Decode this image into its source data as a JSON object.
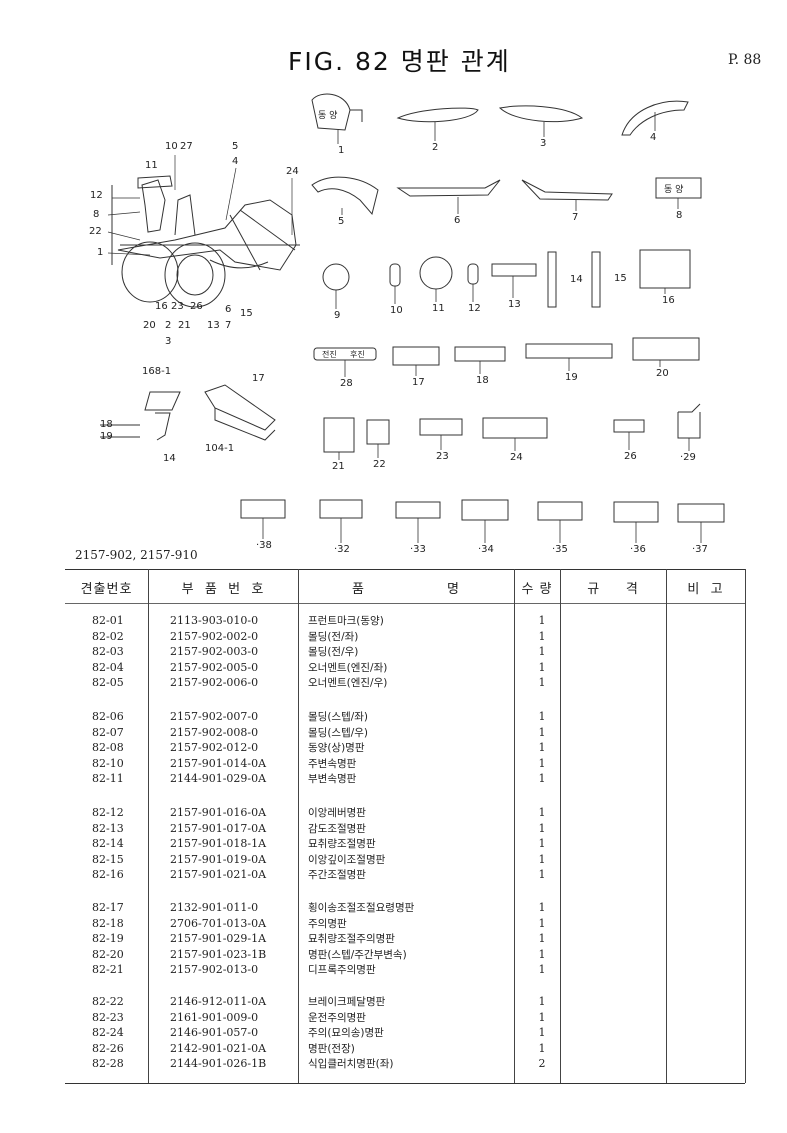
{
  "header": {
    "title": "FIG. 82 명판 관계",
    "page": "P. 88"
  },
  "subtitle": "2157-902, 2157-910",
  "diagram": {
    "callouts": [
      "10",
      "27",
      "5",
      "4",
      "11",
      "24",
      "12",
      "8",
      "22",
      "1",
      "16",
      "23",
      "26",
      "20",
      "2",
      "21",
      "3",
      "13",
      "6",
      "7",
      "15",
      "168-1",
      "17",
      "18",
      "19",
      "14",
      "104-1"
    ]
  },
  "parts_callouts": [
    "1",
    "2",
    "3",
    "4",
    "5",
    "6",
    "7",
    "8",
    "9",
    "10",
    "11",
    "12",
    "13",
    "14",
    "15",
    "16",
    "28",
    "17",
    "18",
    "19",
    "20",
    "21",
    "22",
    "23",
    "24",
    "26",
    "·29",
    "·38",
    "·32",
    "·33",
    "·34",
    "·35",
    "·36",
    "·37"
  ],
  "parts_text": {
    "plate1": "동 양",
    "plate8": "동 양",
    "plate28a": "전진",
    "plate28b": "후진"
  },
  "table": {
    "headers": [
      "견출번호",
      "부  품  번  호",
      "품                명",
      "수 량",
      "규     격",
      "비  고"
    ],
    "groups": [
      [
        [
          "82-01",
          "2113-903-010-0",
          "프런트마크(동양)",
          "1"
        ],
        [
          "82-02",
          "2157-902-002-0",
          "몰딩(전/좌)",
          "1"
        ],
        [
          "82-03",
          "2157-902-003-0",
          "몰딩(전/우)",
          "1"
        ],
        [
          "82-04",
          "2157-902-005-0",
          "오너멘트(엔진/좌)",
          "1"
        ],
        [
          "82-05",
          "2157-902-006-0",
          "오너멘트(엔진/우)",
          "1"
        ]
      ],
      [
        [
          "82-06",
          "2157-902-007-0",
          "몰딩(스텝/좌)",
          "1"
        ],
        [
          "82-07",
          "2157-902-008-0",
          "몰딩(스텝/우)",
          "1"
        ],
        [
          "82-08",
          "2157-902-012-0",
          "동양(상)명판",
          "1"
        ],
        [
          "82-10",
          "2157-901-014-0A",
          "주변속명판",
          "1"
        ],
        [
          "82-11",
          "2144-901-029-0A",
          "부변속명판",
          "1"
        ]
      ],
      [
        [
          "82-12",
          "2157-901-016-0A",
          "이앙레버명판",
          "1"
        ],
        [
          "82-13",
          "2157-901-017-0A",
          "감도조절명판",
          "1"
        ],
        [
          "82-14",
          "2157-901-018-1A",
          "묘취량조절명판",
          "1"
        ],
        [
          "82-15",
          "2157-901-019-0A",
          "이앙깊이조절명판",
          "1"
        ],
        [
          "82-16",
          "2157-901-021-0A",
          "주간조절명판",
          "1"
        ]
      ],
      [
        [
          "82-17",
          "2132-901-011-0",
          "횡이송조절조절요령명판",
          "1"
        ],
        [
          "82-18",
          "2706-701-013-0A",
          "주의명판",
          "1"
        ],
        [
          "82-19",
          "2157-901-029-1A",
          "묘취량조절주의명판",
          "1"
        ],
        [
          "82-20",
          "2157-901-023-1B",
          "명판(스텝/주간부변속)",
          "1"
        ],
        [
          "82-21",
          "2157-902-013-0",
          "디프록주의명판",
          "1"
        ]
      ],
      [
        [
          "82-22",
          "2146-912-011-0A",
          "브레이크페달명판",
          "1"
        ],
        [
          "82-23",
          "2161-901-009-0",
          "운전주의명판",
          "1"
        ],
        [
          "82-24",
          "2146-901-057-0",
          "주의(묘의송)명판",
          "1"
        ],
        [
          "82-26",
          "2142-901-021-0A",
          "명판(전장)",
          "1"
        ],
        [
          "82-28",
          "2144-901-026-1B",
          "식입클러치명판(좌)",
          "2"
        ]
      ]
    ]
  }
}
